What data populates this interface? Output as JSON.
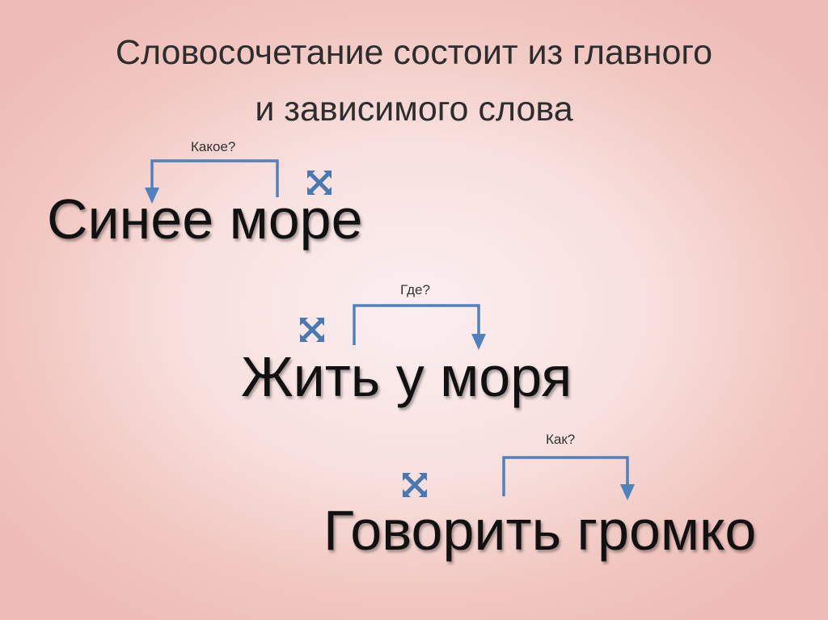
{
  "title": {
    "line1": "Словосочетание состоит из главного",
    "line2": "и зависимого слова"
  },
  "examples": [
    {
      "phrase": "Синее море",
      "question": "Какое?"
    },
    {
      "phrase": "Жить у моря",
      "question": "Где?"
    },
    {
      "phrase": "Говорить громко",
      "question": "Как?"
    }
  ],
  "colors": {
    "arrow": "#4f81bd",
    "main_word_mark": "#4a78b0",
    "text": "#111111"
  },
  "icons": {
    "main_word_mark": "cross-arrows-icon"
  }
}
